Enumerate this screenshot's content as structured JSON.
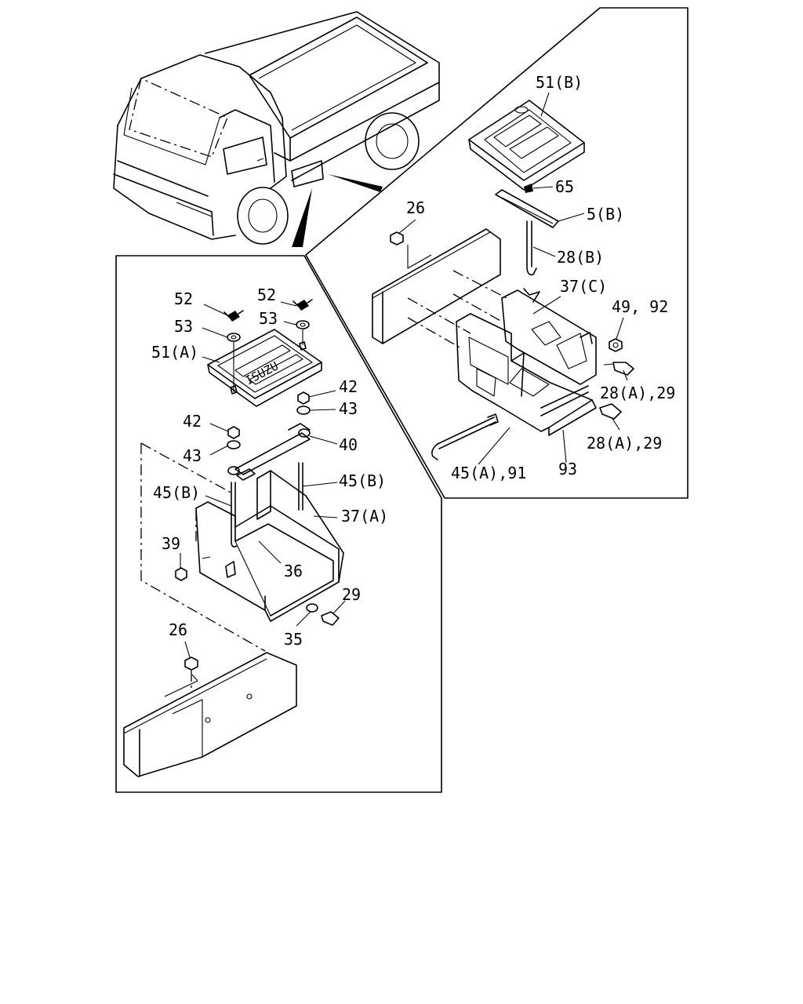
{
  "callouts": {
    "right": {
      "c51b": "51(B)",
      "c65": "65",
      "c5b": "5(B)",
      "c26": "26",
      "c28b": "28(B)",
      "c37c": "37(C)",
      "c4992": "49, 92",
      "c28a29_1": "28(A),29",
      "c28a29_2": "28(A),29",
      "c45a91": "45(A),91",
      "c93": "93"
    },
    "left": {
      "c52a": "52",
      "c52b": "52",
      "c53a": "53",
      "c53b": "53",
      "c51a": "51(A)",
      "c42a": "42",
      "c43a": "43",
      "c42b": "42",
      "c43b": "43",
      "c40": "40",
      "c45b_r": "45(B)",
      "c45b_l": "45(B)",
      "c37a": "37(A)",
      "c39": "39",
      "c36": "36",
      "c29": "29",
      "c35": "35",
      "c26": "26"
    },
    "cover_logo": "ISUZU"
  }
}
